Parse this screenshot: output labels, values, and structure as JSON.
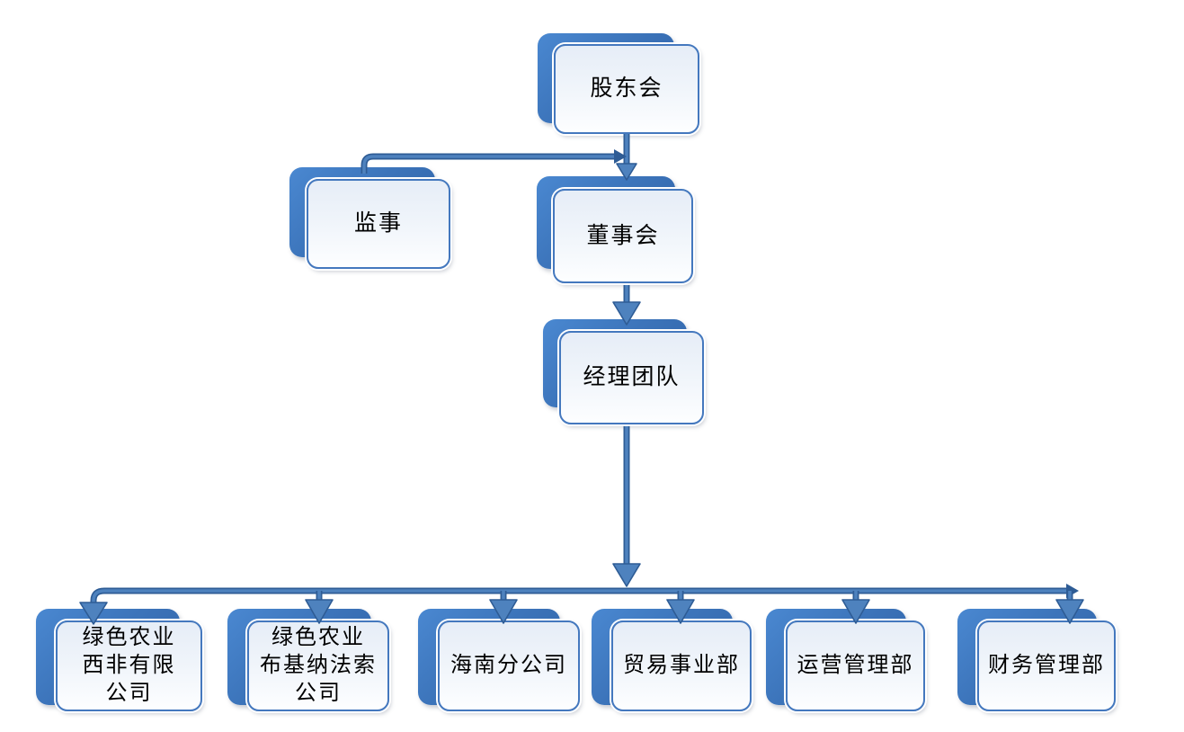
{
  "page": {
    "background": "#FFFFFF"
  },
  "diagram": {
    "type": "org-chart",
    "title": "",
    "nodes": [
      {
        "id": "shareholders",
        "label": "股东会"
      },
      {
        "id": "supervisor",
        "label": "监事"
      },
      {
        "id": "board",
        "label": "董事会"
      },
      {
        "id": "management",
        "label": "经理团队"
      },
      {
        "id": "west-africa",
        "label": "绿色农业西非有限公司",
        "lines": [
          "绿色农业",
          "西非有限",
          "公司"
        ]
      },
      {
        "id": "burkina-faso",
        "label": "绿色农业布基纳法索公司",
        "lines": [
          "绿色农业",
          "布基纳法索",
          "公司"
        ]
      },
      {
        "id": "hainan",
        "label": "海南分公司"
      },
      {
        "id": "trade",
        "label": "贸易事业部"
      },
      {
        "id": "operations",
        "label": "运营管理部"
      },
      {
        "id": "finance",
        "label": "财务管理部"
      }
    ],
    "edges": [
      {
        "from": "股东会",
        "to": "董事会"
      },
      {
        "from": "监事",
        "to": "股东会→董事会连线"
      },
      {
        "from": "董事会",
        "to": "经理团队"
      },
      {
        "from": "经理团队",
        "to": "绿色农业西非有限公司"
      },
      {
        "from": "经理团队",
        "to": "绿色农业布基纳法索公司"
      },
      {
        "from": "经理团队",
        "to": "海南分公司"
      },
      {
        "from": "经理团队",
        "to": "贸易事业部"
      },
      {
        "from": "经理团队",
        "to": "运营管理部"
      },
      {
        "from": "经理团队",
        "to": "财务管理部"
      }
    ],
    "colors": {
      "node_shadow_blue": "#3C74BA",
      "node_front_fill": "#EDF2FA",
      "node_border": "#4478BE",
      "connector_outer": "#2E5C95",
      "connector_inner": "#4E82BE",
      "text": "#000000",
      "background": "#FFFFFF"
    }
  }
}
